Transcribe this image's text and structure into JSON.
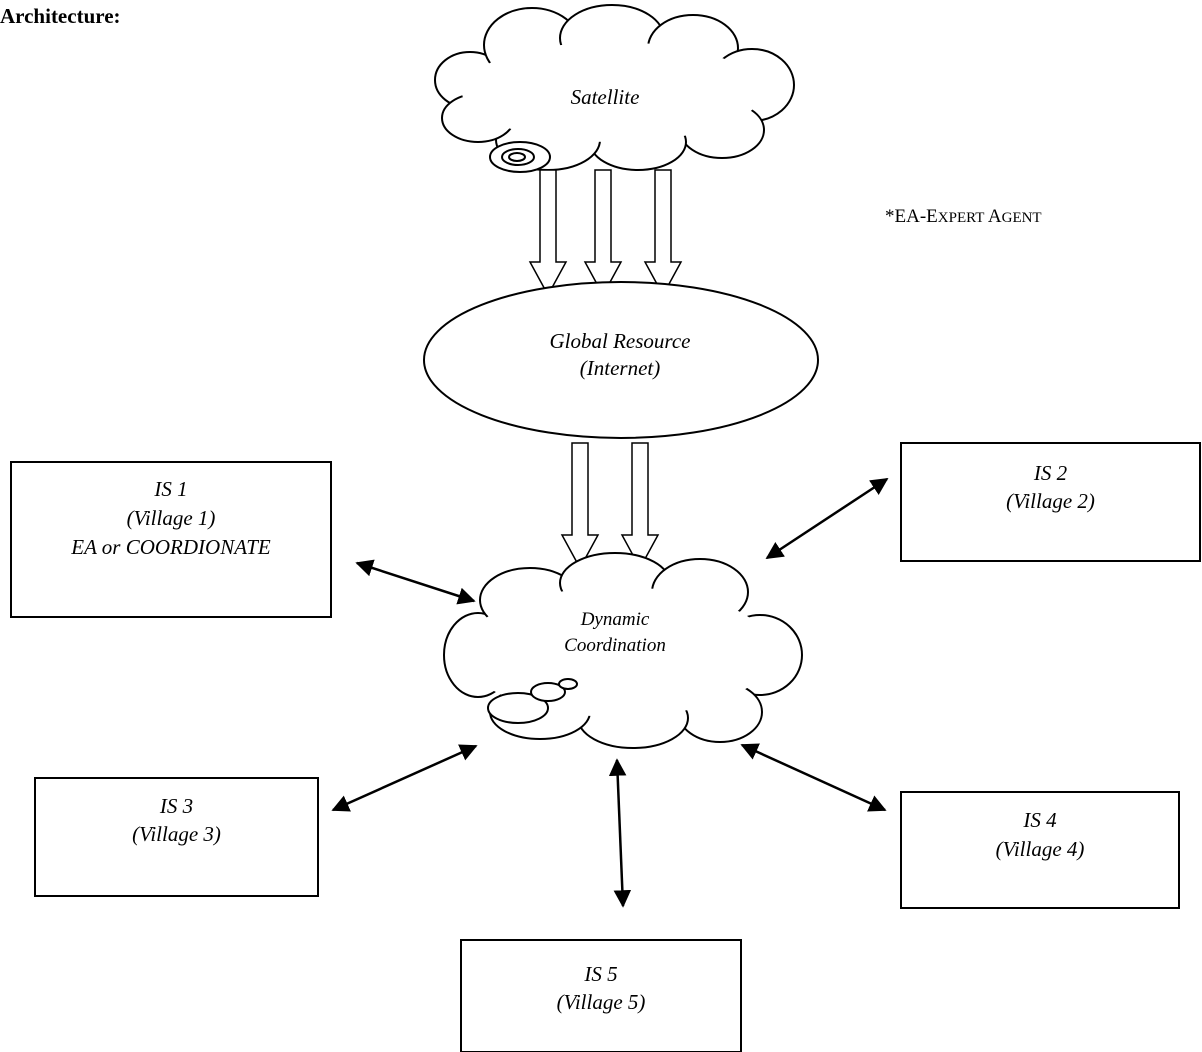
{
  "heading": "Architecture:",
  "footnote": "*EA-Expert Agent",
  "footnote_parts": {
    "star": "*",
    "e": "E",
    "a1": "A-",
    "e2": "E",
    "xpert": "XPERT ",
    "a2": "A",
    "gent": "GENT"
  },
  "nodes": {
    "satellite": {
      "label": "Satellite"
    },
    "global_resource": {
      "line1": "Global Resource",
      "line2": "(Internet)"
    },
    "dynamic_coordination": {
      "line1": "Dynamic",
      "line2": "Coordination"
    },
    "is1": {
      "line1": "IS 1",
      "line2": "(Village 1)",
      "line3": "EA or COORDIONATE"
    },
    "is2": {
      "line1": "IS 2",
      "line2": "(Village 2)"
    },
    "is3": {
      "line1": "IS 3",
      "line2": "(Village 3)"
    },
    "is4": {
      "line1": "IS 4",
      "line2": "(Village 4)"
    },
    "is5": {
      "line1": "IS 5",
      "line2": "(Village 5)"
    }
  }
}
